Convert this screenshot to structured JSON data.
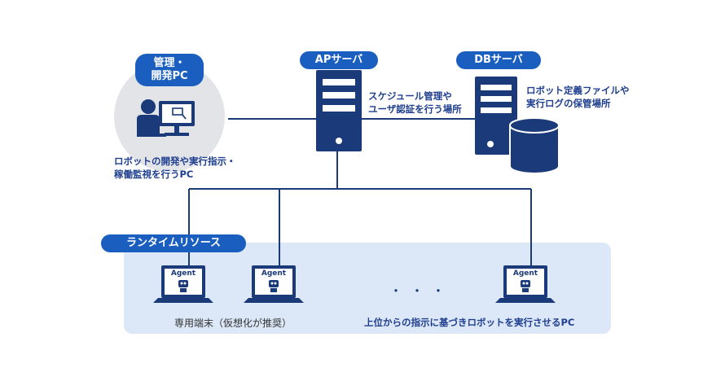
{
  "nodes": {
    "dev_pc": {
      "label": [
        "管理・",
        "開発PC"
      ],
      "description": [
        "ロボットの開発や実行指示・",
        "稼働監視を行うPC"
      ],
      "icon": "person-at-desktop-icon"
    },
    "ap_server": {
      "label": "APサーバ",
      "description": [
        "スケジュール管理や",
        "ユーザ認証を行う場所"
      ],
      "icon": "server-tower-icon"
    },
    "db_server": {
      "label": "DBサーバ",
      "description": [
        "ロボット定義ファイルや",
        "実行ログの保管場所"
      ],
      "icon": "server-with-database-icon"
    }
  },
  "runtime": {
    "label": "ランタイムリソース",
    "agents": [
      {
        "label": "Agent",
        "icon": "laptop-robot-icon"
      },
      {
        "label": "Agent",
        "icon": "laptop-robot-icon"
      },
      {
        "label": "Agent",
        "icon": "laptop-robot-icon"
      }
    ],
    "ellipsis": "・・・",
    "left_caption": "専用端末（仮想化が推奨）",
    "right_caption": "上位からの指示に基づきロボットを実行させるPC"
  },
  "colors": {
    "navy": "#1b3a7a",
    "pill_blue": "#1a5fbf",
    "runtime_bg": "#dce7f7",
    "circle_bg": "#e2e4e8",
    "line": "#1b3a7a"
  }
}
